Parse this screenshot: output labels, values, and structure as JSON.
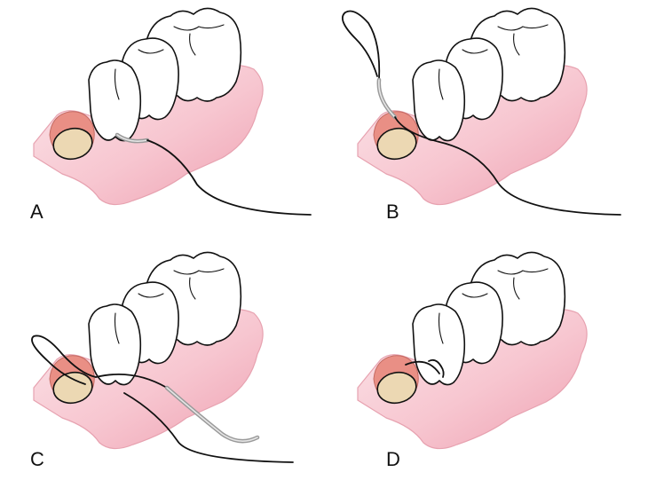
{
  "figure": {
    "panels": [
      {
        "id": "A",
        "label": "A",
        "stage": "needle-through-papilla"
      },
      {
        "id": "B",
        "label": "B",
        "stage": "needle-through-flap"
      },
      {
        "id": "C",
        "label": "C",
        "stage": "suture-crossed"
      },
      {
        "id": "D",
        "label": "D",
        "stage": "suture-tied"
      }
    ],
    "colors": {
      "gum_light": "#fbe3e7",
      "gum_dark": "#f2aebc",
      "tooth": "#ffffff",
      "socket_rim": "#e98f85",
      "bone": "#ecd8b3",
      "suture": "#111111",
      "needle": "#9a9a9a"
    }
  }
}
